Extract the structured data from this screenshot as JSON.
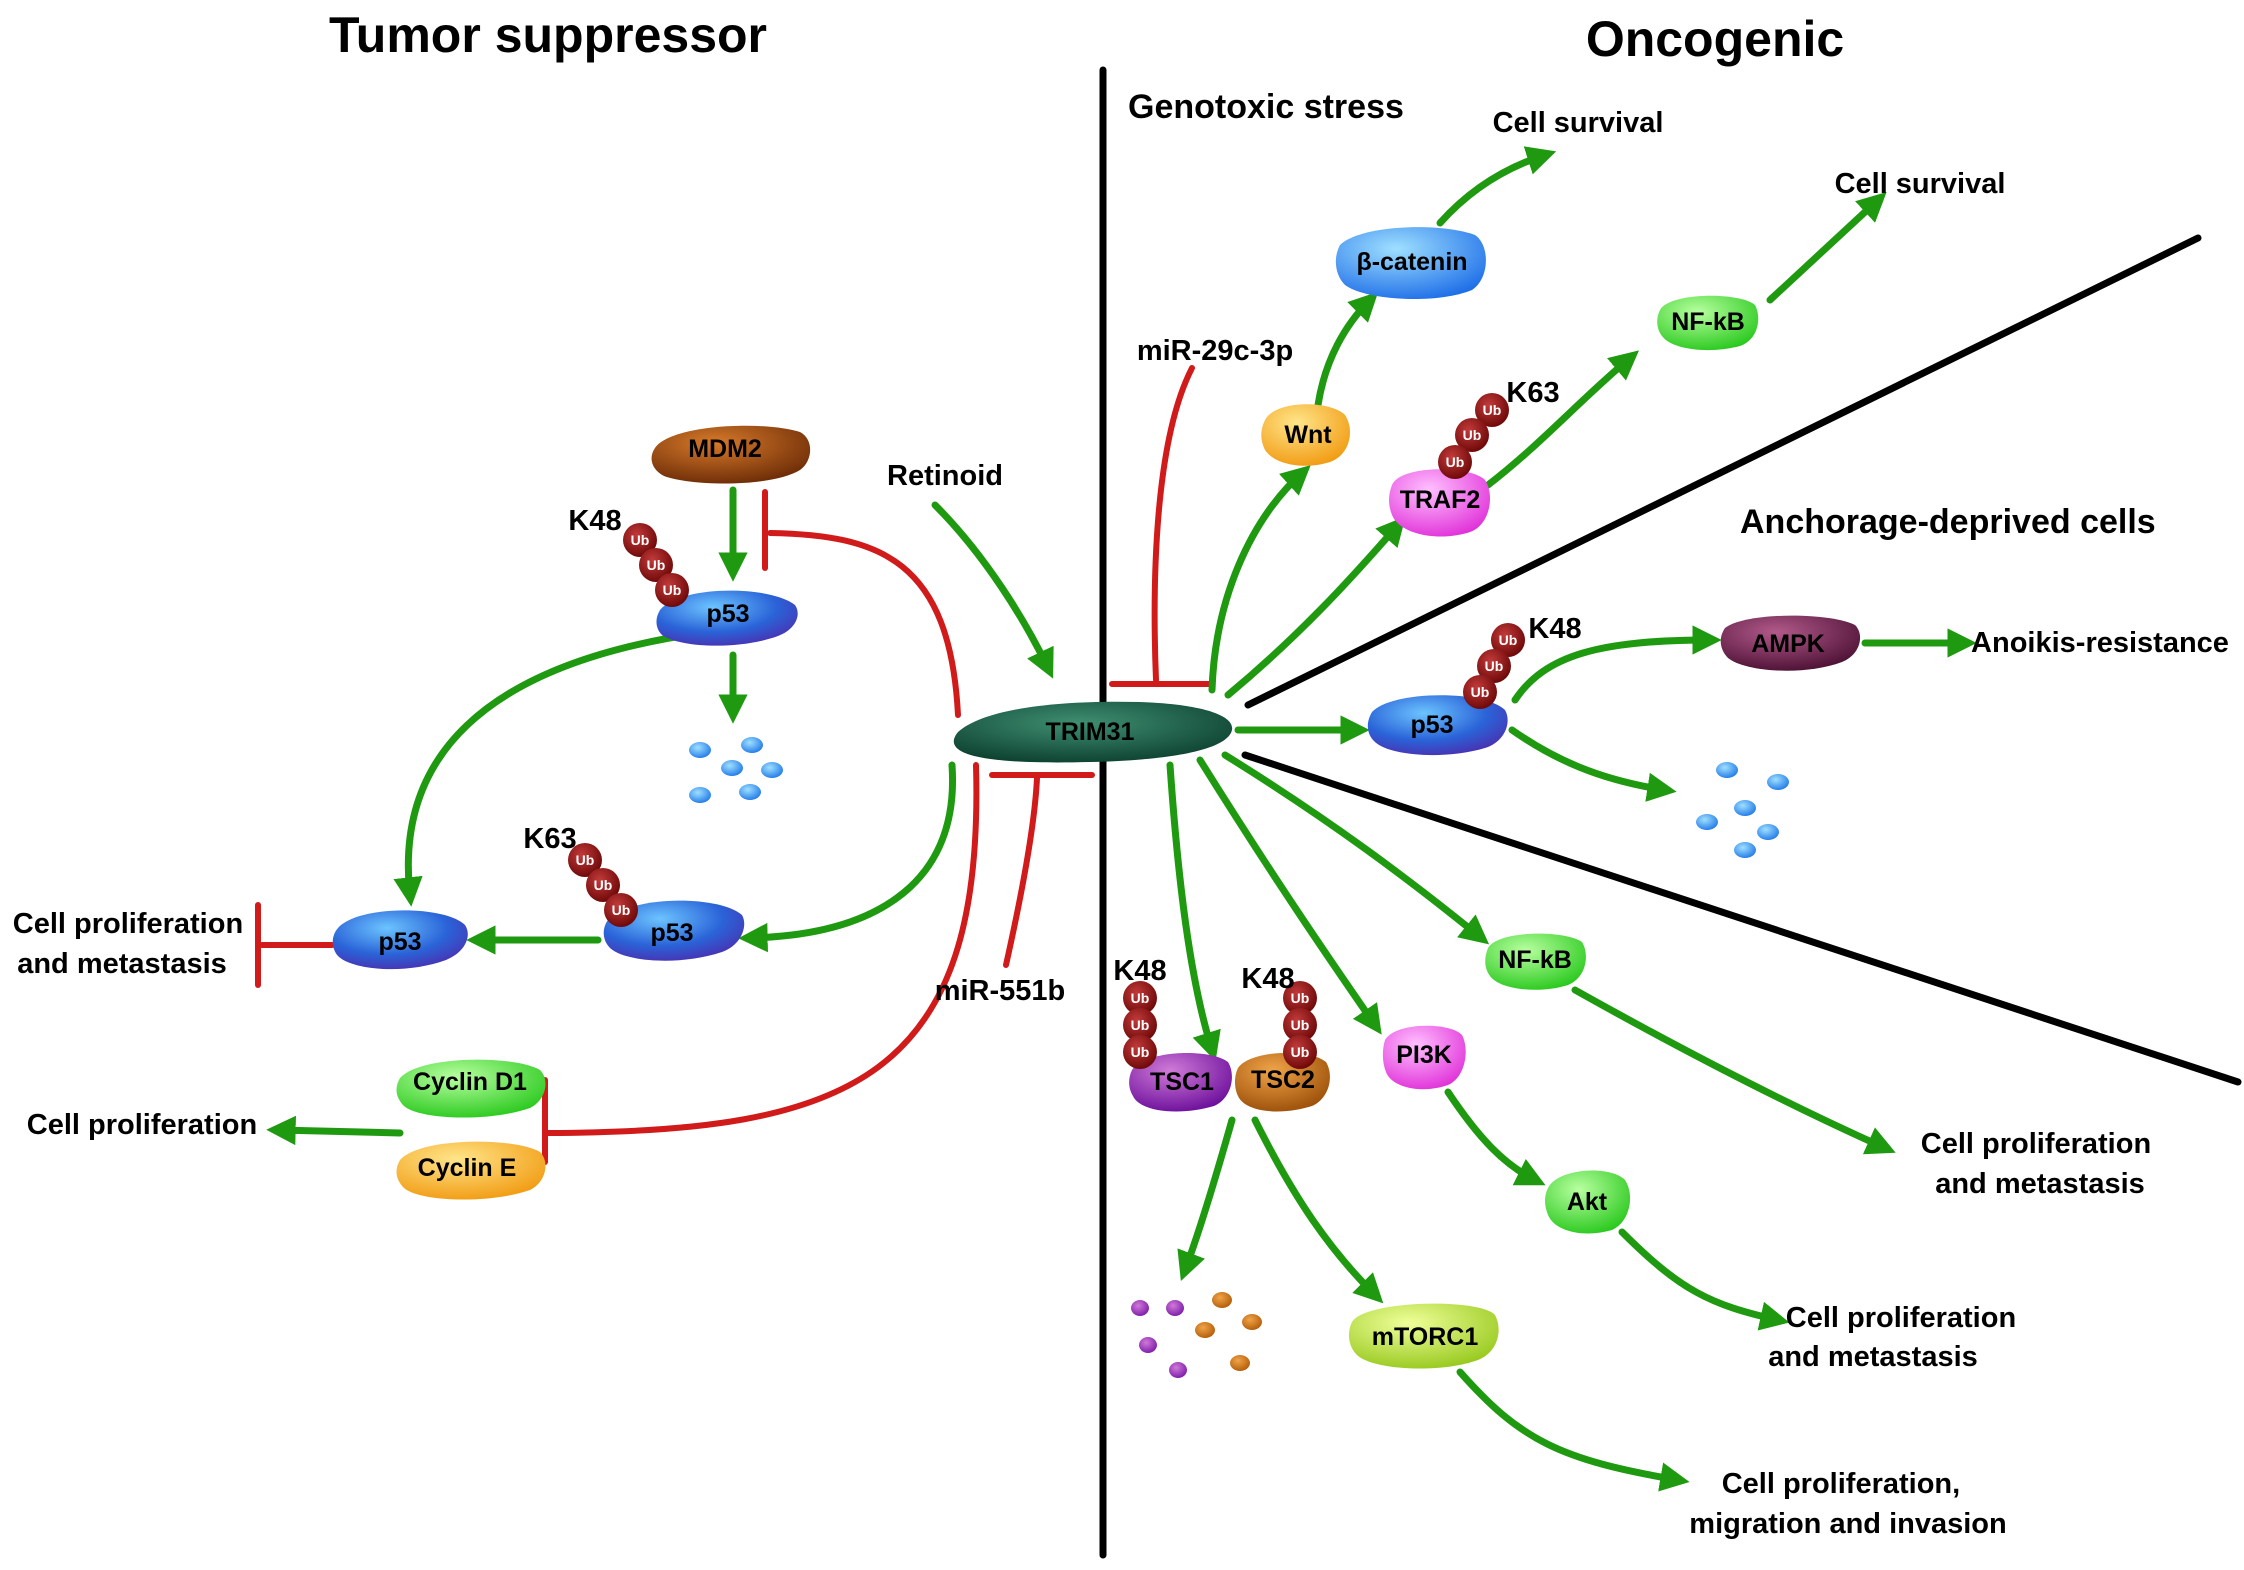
{
  "headers": {
    "tumor_suppressor": "Tumor suppressor",
    "oncogenic": "Oncogenic"
  },
  "sections": {
    "genotoxic_stress": "Genotoxic stress",
    "anchorage_deprived": "Anchorage-deprived cells"
  },
  "nodes": {
    "trim31": "TRIM31",
    "mdm2": "MDM2",
    "p53_k48": "p53",
    "p53_k63": "p53",
    "p53_active": "p53",
    "cyclin_d1": "Cyclin D1",
    "cyclin_e": "Cyclin E",
    "wnt": "Wnt",
    "beta_catenin": "β-catenin",
    "traf2": "TRAF2",
    "nfkb_top": "NF-kB",
    "ampk": "AMPK",
    "p53_right": "p53",
    "nfkb_bottom": "NF-kB",
    "pi3k": "PI3K",
    "akt": "Akt",
    "tsc1": "TSC1",
    "tsc2": "TSC2",
    "mtorc1": "mTORC1"
  },
  "labels": {
    "retinoid": "Retinoid",
    "mir29c": "miR-29c-3p",
    "mir551b": "miR-551b",
    "k48_left": "K48",
    "k63_left": "K63",
    "k63_traf2": "K63",
    "k48_right": "K48",
    "k48_tsc1": "K48",
    "k48_tsc2": "K48",
    "ub": "Ub"
  },
  "outcomes": {
    "prolif_metastasis_left": [
      "Cell proliferation",
      "and metastasis"
    ],
    "cell_proliferation_left": "Cell proliferation",
    "cell_survival_1": "Cell survival",
    "cell_survival_2": "Cell survival",
    "anoikis": "Anoikis-resistance",
    "prolif_metastasis_nfkb": [
      "Cell proliferation",
      "and metastasis"
    ],
    "prolif_metastasis_akt": [
      "Cell proliferation",
      "and metastasis"
    ],
    "prolif_migration": [
      "Cell proliferation,",
      "migration and invasion"
    ]
  },
  "colors": {
    "activation_arrow": "#1f9a10",
    "inhibition": "#d11a1a",
    "ubiquitin": "#8b0d0d",
    "divider": "#000000"
  }
}
